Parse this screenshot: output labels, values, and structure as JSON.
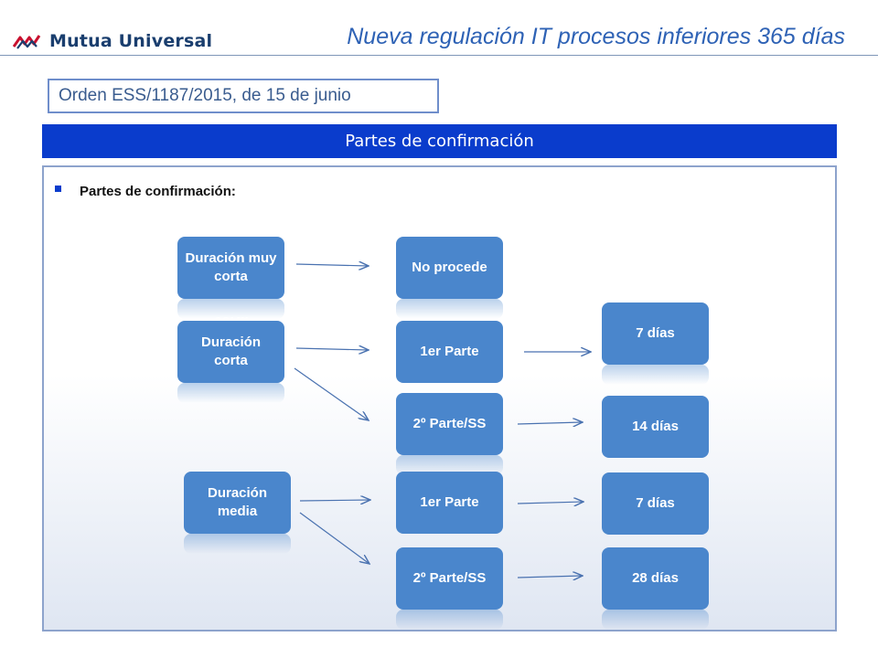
{
  "header": {
    "logo_text": "Mutua Universal",
    "title": "Nueva regulación IT procesos inferiores 365 días"
  },
  "order": {
    "text": "Orden ESS/1187/2015, de 15 de junio"
  },
  "section": {
    "banner": "Partes de confirmación"
  },
  "content": {
    "bullet": "Partes de confirmación:",
    "durations": {
      "muy_corta": "Duración muy corta",
      "corta": "Duración corta",
      "media": "Duración media"
    },
    "outcomes": {
      "no_procede": "No procede",
      "primer_parte_corta": "1er Parte",
      "segundo_parte_corta": "2º Parte/SS",
      "primer_parte_media": "1er Parte",
      "segundo_parte_media": "2º Parte/SS"
    },
    "periods": {
      "corta_primer": "7 días",
      "corta_segundo": "14 días",
      "media_primer": "7 días",
      "media_segundo": "28 días"
    }
  },
  "colors": {
    "banner": "#0a3ccc",
    "box": "#4a86cc",
    "title": "#2e62b5",
    "logo_red": "#c8102e"
  }
}
